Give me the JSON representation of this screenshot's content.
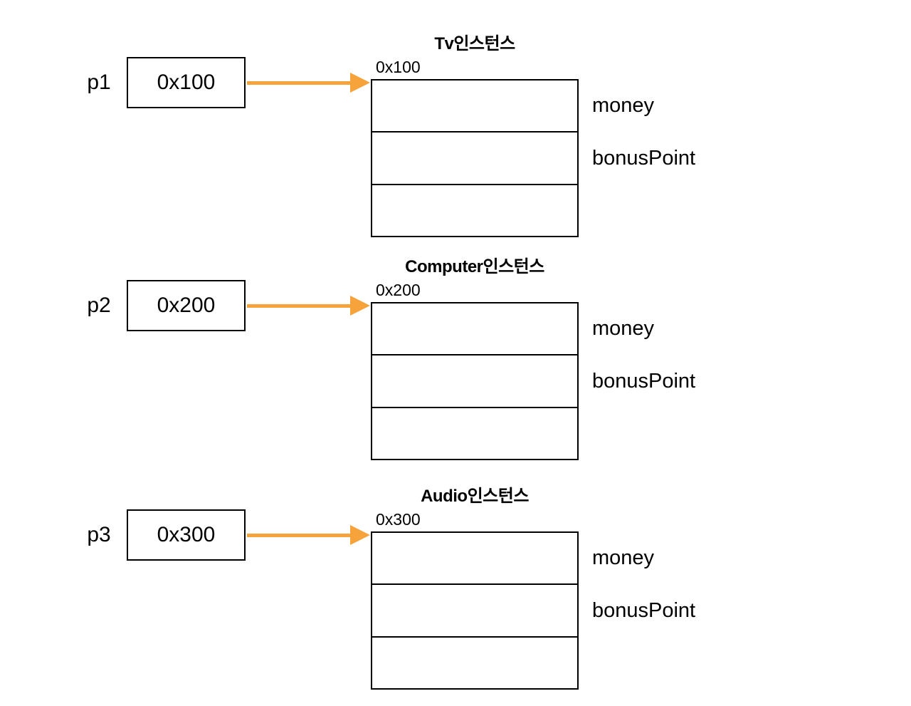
{
  "diagram": {
    "arrow_color": "#F5A33A",
    "border_color": "#000000",
    "rows_per_table": 3,
    "field_labels": [
      "money",
      "bonusPoint"
    ],
    "blocks": [
      {
        "pointer_name": "p1",
        "pointer_value": "0x100",
        "instance_title": "Tv인스턴스",
        "address": "0x100"
      },
      {
        "pointer_name": "p2",
        "pointer_value": "0x200",
        "instance_title": "Computer인스턴스",
        "address": "0x200"
      },
      {
        "pointer_name": "p3",
        "pointer_value": "0x300",
        "instance_title": "Audio인스턴스",
        "address": "0x300"
      }
    ]
  }
}
